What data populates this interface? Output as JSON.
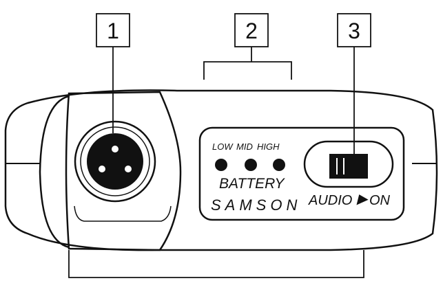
{
  "callouts": [
    {
      "number": "1"
    },
    {
      "number": "2"
    },
    {
      "number": "3"
    }
  ],
  "battery_levels": [
    "LOW",
    "MID",
    "HIGH"
  ],
  "battery_label": "BATTERY",
  "brand": "SAMSON",
  "switch": {
    "label_left": "AUDIO",
    "arrow": "▶",
    "label_right": "ON"
  },
  "colors": {
    "ink": "#111111",
    "background": "#ffffff"
  }
}
